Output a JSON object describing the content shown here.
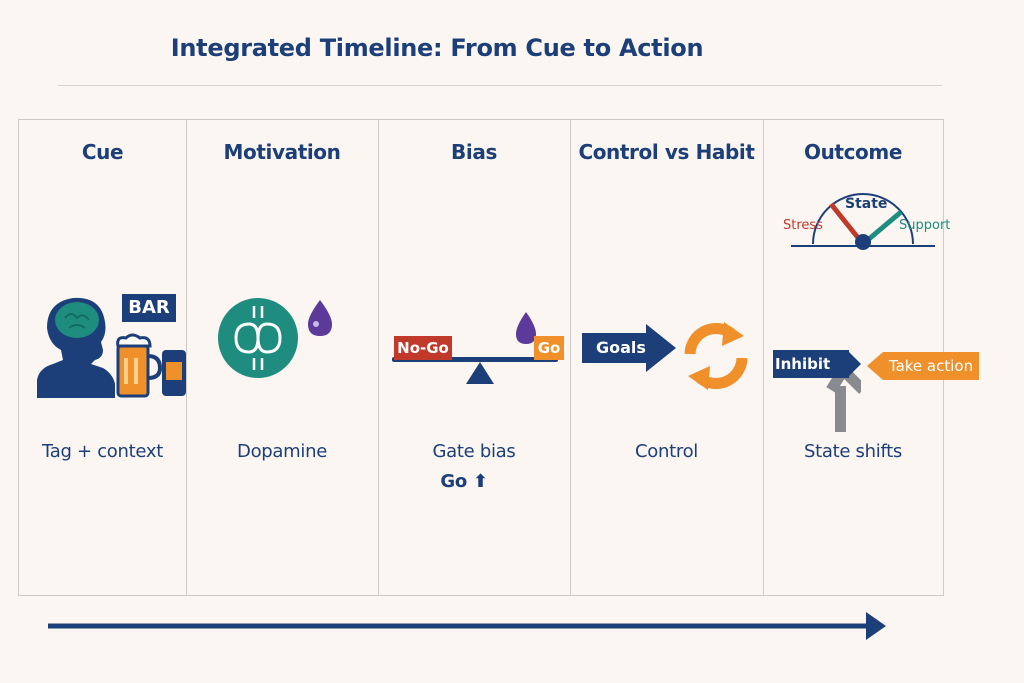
{
  "title": "Integrated Timeline: From Cue to Action",
  "columns": [
    {
      "title": "Cue",
      "caption": "Tag + context",
      "badge": "BAR"
    },
    {
      "title": "Motivation",
      "caption": "Dopamine"
    },
    {
      "title": "Bias",
      "caption": "Gate bias",
      "caption2": "Go",
      "left_label": "No-Go",
      "right_label": "Go"
    },
    {
      "title": "Control vs Habit",
      "caption": "Control",
      "arrow_label": "Goals"
    },
    {
      "title": "Outcome",
      "caption": "State shifts",
      "gauge_top": "State",
      "gauge_left": "Stress",
      "gauge_right": "Support",
      "inhibit": "Inhibit",
      "action": "Take action"
    }
  ],
  "colors": {
    "navy": "#1c3f7a",
    "teal": "#1e8c7e",
    "orange": "#f0902a",
    "red": "#c0392b",
    "purple": "#5b3a9a"
  }
}
